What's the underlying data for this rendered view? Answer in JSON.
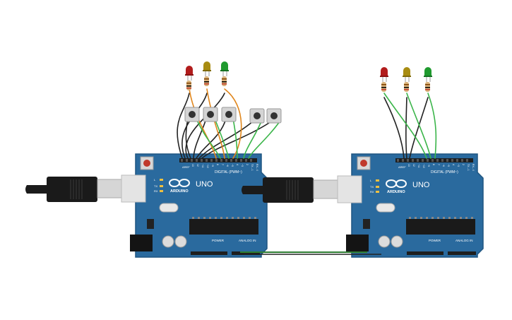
{
  "boards": [
    {
      "id": "left",
      "logo_text": "ARDUINO",
      "model": "UNO",
      "digital_label": "DIGITAL (PWM~)",
      "power_label": "POWER",
      "analog_label": "ANALOG IN",
      "led_labels": [
        "L",
        "TX",
        "RX"
      ],
      "aref_label": "AREF",
      "gnd_label": "GND",
      "pin_labels": [
        "13",
        "12",
        "~11",
        "~10",
        "~9",
        "8",
        "7",
        "~6",
        "~5",
        "4",
        "~3",
        "2",
        "TX→1",
        "RX←0"
      ]
    },
    {
      "id": "right",
      "logo_text": "ARDUINO",
      "model": "UNO",
      "digital_label": "DIGITAL (PWM~)",
      "power_label": "POWER",
      "analog_label": "ANALOG IN",
      "led_labels": [
        "L",
        "TX",
        "RX"
      ],
      "aref_label": "AREF",
      "gnd_label": "GND",
      "pin_labels": [
        "13",
        "12",
        "~11",
        "~10",
        "~9",
        "8",
        "7",
        "~6",
        "~5",
        "4",
        "~3",
        "2",
        "TX→1",
        "RX←0"
      ]
    }
  ],
  "colors": {
    "board": "#2a6a9e",
    "board_edge": "#1f5580",
    "header": "#1e1e1e",
    "led_red": "#b21c1c",
    "led_yellow": "#a88c12",
    "led_green": "#1f9a2e",
    "wire_black": "#222222",
    "wire_green": "#3bb54a",
    "wire_orange": "#e0861c",
    "usb_gray": "#cfcfcf"
  },
  "components": {
    "left_leds": [
      "red",
      "yellow",
      "green"
    ],
    "right_leds": [
      "red",
      "yellow",
      "green"
    ],
    "left_buttons": 5
  }
}
